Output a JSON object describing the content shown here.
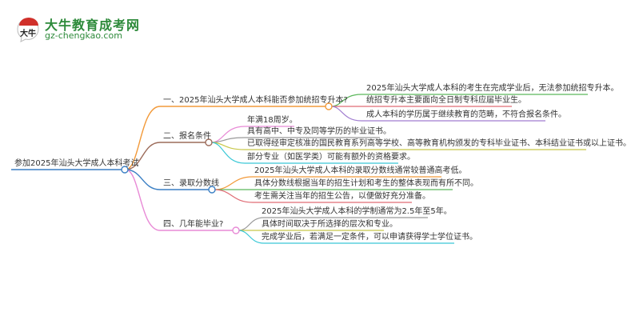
{
  "logo": {
    "badge_text": "大牛",
    "title": "大牛教育成考网",
    "url": "gz-chengkao.com"
  },
  "mindmap": {
    "root": {
      "label": "参加2025年汕头大学成人本科考试",
      "color": "#3a7fc4"
    },
    "branches": [
      {
        "label": "一、2025年汕头大学成人本科能否参加统招专升本?",
        "color": "#f29a3a",
        "children": [
          {
            "label": "2025年汕头大学成人本科的考生在完成学业后，无法参加统招专升本。",
            "color": "#5cb85c"
          },
          {
            "label": "统招专升本主要面向全日制专科应届毕业生。",
            "color": "#e06c75"
          },
          {
            "label": "成人本科的学历属于继续教育的范畴，不符合报名条件。",
            "color": "#a07cd0"
          }
        ]
      },
      {
        "label": "二、报名条件",
        "color": "#9c6b5a",
        "children": [
          {
            "label": "年满18周岁。",
            "color": "#e88ad6"
          },
          {
            "label": "具有高中、中专及同等学历的毕业证书。",
            "color": "#999999"
          },
          {
            "label": "已取得经审定核准的国民教育系列高等学校、高等教育机构颁发的专科毕业证书、本科结业证书或以上证书。",
            "color": "#c8c84a"
          },
          {
            "label": "部分专业（如医学类）可能有额外的资格要求。",
            "color": "#3ac8d6"
          }
        ]
      },
      {
        "label": "三、录取分数线",
        "color": "#3a7fc4",
        "children": [
          {
            "label": "2025年汕头大学成人本科的录取分数线通常较普通高考低。",
            "color": "#f29a3a"
          },
          {
            "label": "具体分数线根据当年的招生计划和考生的整体表现而有所不同。",
            "color": "#5cb85c"
          },
          {
            "label": "考生需关注当年的招生公告，以便做好充分准备。",
            "color": "#e06c75"
          }
        ]
      },
      {
        "label": "四、几年能毕业?",
        "color": "#e88ad6",
        "children": [
          {
            "label": "2025年汕头大学成人本科的学制通常为2.5年至5年。",
            "color": "#999999"
          },
          {
            "label": "具体时间取决于所选择的层次和专业。",
            "color": "#c8c84a"
          },
          {
            "label": "完成学业后，若满足一定条件，可以申请获得学士学位证书。",
            "color": "#3ac8d6"
          }
        ]
      }
    ]
  }
}
